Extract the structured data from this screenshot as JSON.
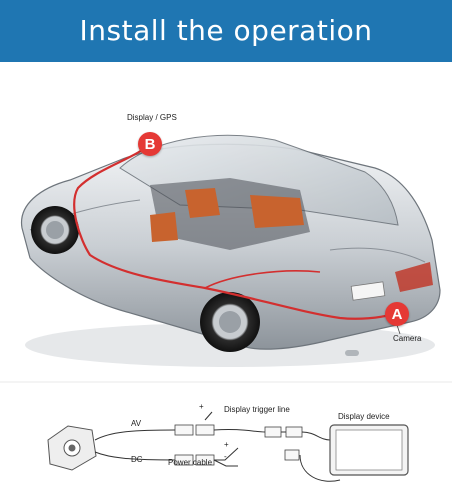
{
  "header": {
    "title": "Install the operation"
  },
  "points": {
    "b": {
      "letter": "B",
      "label": "Display / GPS"
    },
    "a": {
      "letter": "A",
      "label": "Camera"
    }
  },
  "wiring": {
    "av": "AV",
    "dc": "DC",
    "power_cable": "Power cable",
    "trigger_line": "Display trigger line",
    "display_device": "Display device",
    "plus": "+",
    "minus": "-"
  },
  "colors": {
    "banner": "#1f76b2",
    "badge": "#e53935",
    "cable": "#d32f2f"
  }
}
